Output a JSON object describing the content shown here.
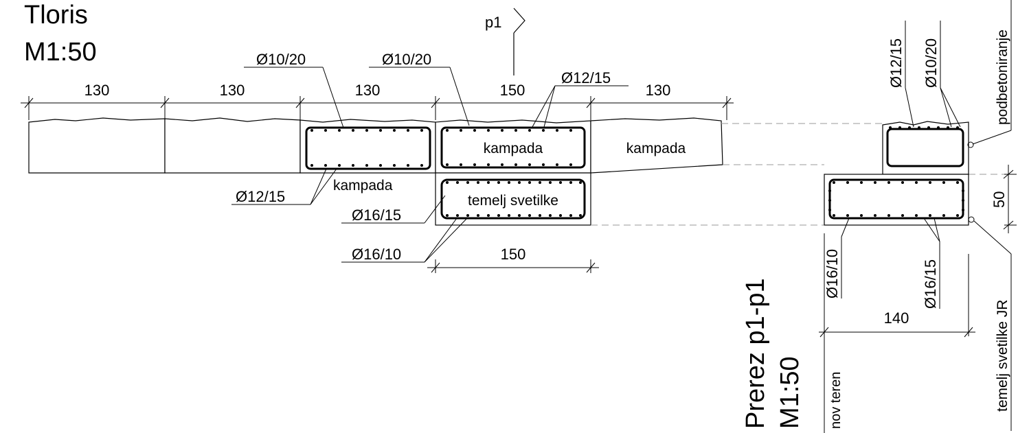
{
  "plan": {
    "title": "Tloris",
    "scale": "M1:50",
    "section_marker": "p1",
    "dims_top": [
      "130",
      "130",
      "130",
      "150",
      "130"
    ],
    "dim_bottom": "150",
    "labels": {
      "kampada_mid": "kampada",
      "kampada_right": "kampada",
      "kampada_below": "kampada",
      "temelj": "temelj svetilke"
    },
    "rebar_labels": {
      "top_left": "Ø10/20",
      "top_mid": "Ø10/20",
      "top_right": "Ø12/15",
      "left_mid": "Ø12/15",
      "left_a": "Ø16/15",
      "left_b": "Ø16/10"
    }
  },
  "section": {
    "title": "Prerez p1-p1",
    "scale": "M1:50",
    "dim_height": "50",
    "dim_width": "140",
    "labels": {
      "podbetoniranje": "podbetoniranje",
      "temelj_jr": "temelj svetilke JR",
      "nov_teren": "nov teren"
    },
    "rebar_labels": {
      "top_a": "Ø12/15",
      "top_b": "Ø10/20",
      "bot_a": "Ø16/10",
      "bot_b": "Ø16/15"
    }
  }
}
